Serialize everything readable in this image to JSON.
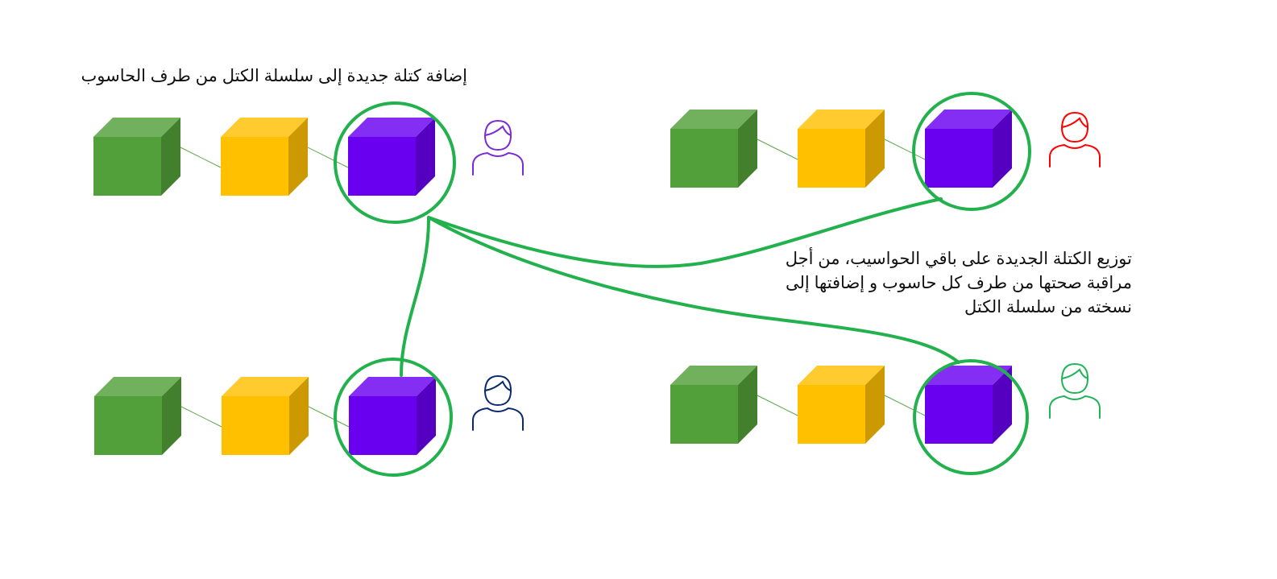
{
  "labels": {
    "add_block": "إضافة كتلة جديدة إلى سلسلة الكتل من طرف الحاسوب",
    "distribution": [
      "توزيع الكتلة الجديدة على باقي الحواسيب، من أجل",
      "مراقبة صحتها من طرف كل حاسوب و إضافتها إلى",
      "نسخته من سلسلة الكتل"
    ]
  },
  "colors": {
    "block_old": "#52a03a",
    "block_mid": "#ffc000",
    "block_new": "#6a00f0",
    "chain_link": "#5aa84a",
    "highlight_ring": "#22b14c",
    "user_purple": "#7a2bd8",
    "user_red": "#ff0000",
    "user_navy": "#0b2a6e",
    "user_green": "#21b25a"
  },
  "nodes": [
    {
      "id": "top-left",
      "user_icon": "user-icon",
      "user_color": "#7a2bd8",
      "chain": [
        "green-block",
        "yellow-block",
        "purple-block"
      ],
      "role": "origin"
    },
    {
      "id": "top-right",
      "user_icon": "user-icon",
      "user_color": "#ff0000",
      "chain": [
        "green-block",
        "yellow-block",
        "purple-block"
      ],
      "role": "receiver"
    },
    {
      "id": "bottom-left",
      "user_icon": "user-icon",
      "user_color": "#0b2a6e",
      "chain": [
        "green-block",
        "yellow-block",
        "purple-block"
      ],
      "role": "receiver"
    },
    {
      "id": "bottom-right",
      "user_icon": "user-icon",
      "user_color": "#21b25a",
      "chain": [
        "green-block",
        "yellow-block",
        "purple-block"
      ],
      "role": "receiver"
    }
  ],
  "connections": [
    {
      "from": "top-left",
      "to": "top-right"
    },
    {
      "from": "top-left",
      "to": "bottom-left"
    },
    {
      "from": "top-left",
      "to": "bottom-right"
    }
  ]
}
